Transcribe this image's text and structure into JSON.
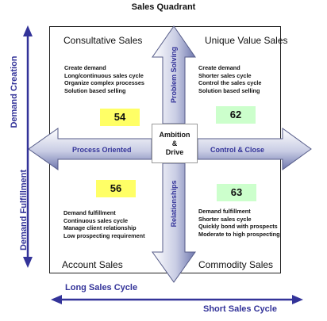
{
  "title": "Sales Quadrant",
  "axes": {
    "left_top": "Demand Creation",
    "left_bottom": "Demand Fulfillment",
    "bottom_left": "Long Sales Cycle",
    "bottom_right": "Short Sales Cycle"
  },
  "arrows": {
    "up": "Problem Solving",
    "down": "Relationships",
    "left": "Process Oriented",
    "right": "Control & Close"
  },
  "center": [
    "Ambition",
    "&",
    "Drive"
  ],
  "quadrants": {
    "top_left": {
      "title": "Consultative Sales",
      "bullets": [
        "Create demand",
        "Long/continuous sales cycle",
        "Organize complex processes",
        "Solution based selling"
      ],
      "score": "54"
    },
    "top_right": {
      "title": "Unique Value Sales",
      "bullets": [
        "Create demand",
        "Shorter sales cycle",
        "Control the sales cycle",
        "Solution based selling"
      ],
      "score": "62"
    },
    "bottom_left": {
      "title": "Account Sales",
      "bullets": [
        "Demand fulfillment",
        "Continuous sales cycle",
        "Manage client relationship",
        "Low prospecting requirement"
      ],
      "score": "56"
    },
    "bottom_right": {
      "title": "Commodity Sales",
      "bullets": [
        "Demand fulfillment",
        "Shorter sales cycle",
        "Quickly bond with prospects",
        "Moderate to high prospecting"
      ],
      "score": "63"
    }
  },
  "colors": {
    "axis": "#333399",
    "arrow_fill_light": "#eef0f8",
    "arrow_fill_dark": "#7f86b8",
    "score_yellow": "#ffff66",
    "score_green": "#ccffcc"
  }
}
